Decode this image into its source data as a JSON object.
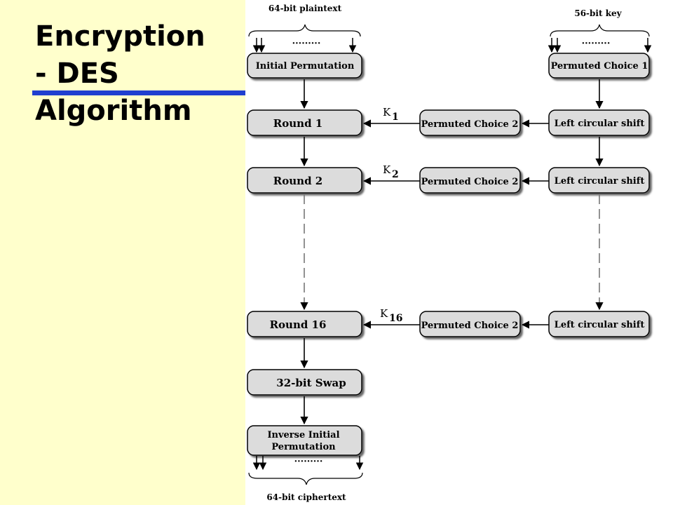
{
  "slide": {
    "title_line1": "Encryption",
    "title_line2": "- DES",
    "title_line3": "Algorithm"
  },
  "diagram": {
    "plaintext_label": "64-bit plaintext",
    "key_label": "56-bit key",
    "ciphertext_label": "64-bit ciphertext",
    "dots": "·········",
    "initial_permutation": "Initial Permutation",
    "permuted_choice_1": "Permuted Choice 1",
    "round1": "Round 1",
    "round2": "Round 2",
    "round16": "Round 16",
    "swap": "32-bit Swap",
    "inverse_line1": "Inverse Initial",
    "inverse_line2": "Permutation",
    "pc2": "Permuted Choice 2",
    "shift": "Left circular shift",
    "k_letter": "K",
    "k1_sub": "1",
    "k2_sub": "2",
    "k16_sub": "16"
  },
  "colors": {
    "panel": "#ffffcc",
    "accent_rule": "#1f3fd0",
    "box_fill": "#dcdcdc"
  }
}
